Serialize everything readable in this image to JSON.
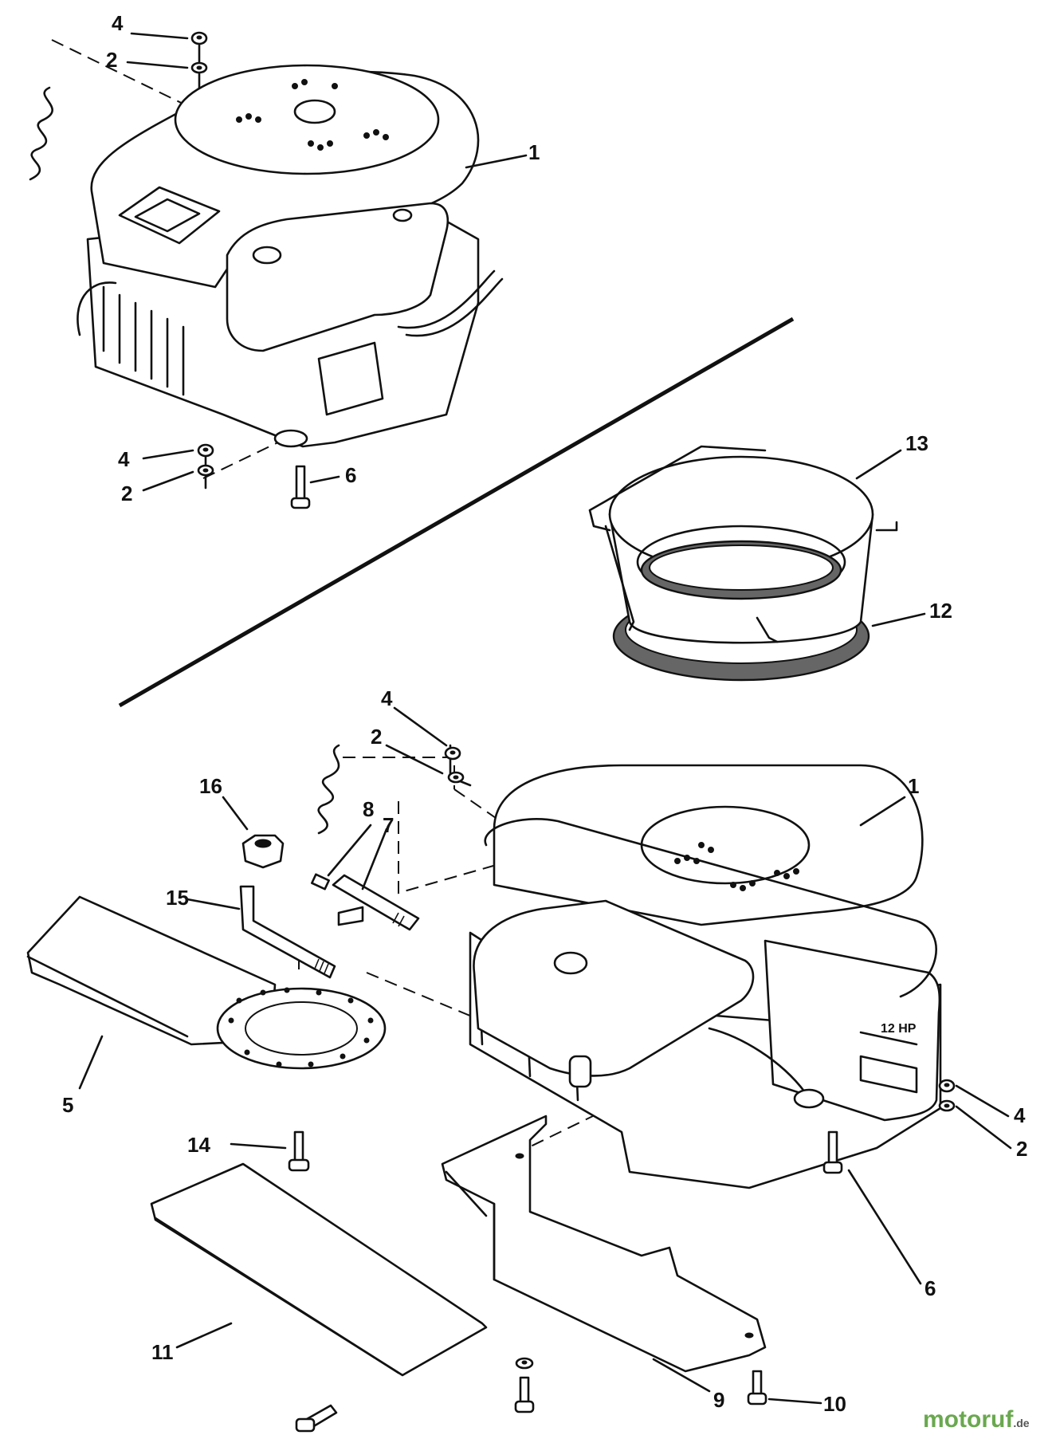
{
  "diagram": {
    "upper_assembly": {
      "callouts": [
        "4",
        "2",
        "1",
        "4",
        "2",
        "6"
      ]
    },
    "air_cleaner": {
      "callouts": [
        "13",
        "12"
      ]
    },
    "lower_assembly": {
      "callouts": [
        "4",
        "2",
        "1",
        "16",
        "8",
        "7",
        "15",
        "5",
        "14",
        "4",
        "2",
        "6",
        "11",
        "9",
        "10"
      ],
      "engine_decal_text": "12 HP"
    }
  },
  "watermark": {
    "brand": "motoruf",
    "suffix": ".de",
    "brand_color": "#6aa84f",
    "suffix_color": "#555555"
  }
}
